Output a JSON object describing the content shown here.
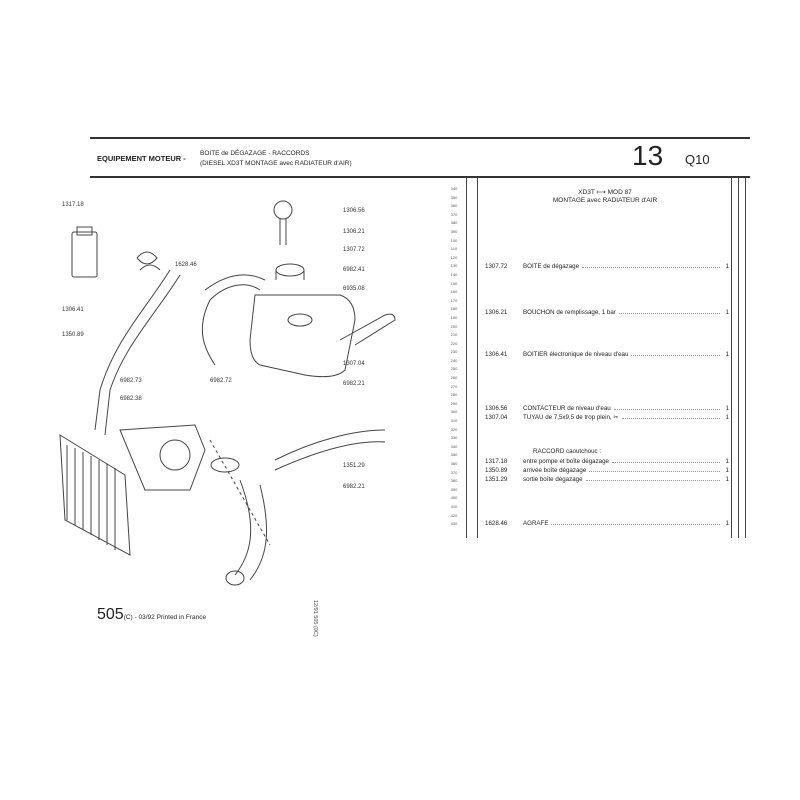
{
  "header": {
    "section": "EQUIPEMENT MOTEUR -",
    "subtitle_line1": "BOITE de DÉGAZAGE - RACCORDS",
    "subtitle_line2": "(DIESEL XD3T MONTAGE avec RADIATEUR d'AIR)",
    "page_number": "13",
    "page_code": "Q10"
  },
  "scale_ticks": [
    "340",
    "350",
    "360",
    "370",
    "380",
    "390",
    "100",
    "110",
    "120",
    "130",
    "140",
    "150",
    "160",
    "170",
    "180",
    "190",
    "200",
    "210",
    "220",
    "230",
    "240",
    "250",
    "260",
    "270",
    "280",
    "290",
    "300",
    "310",
    "320",
    "330",
    "340",
    "350",
    "360",
    "370",
    "380",
    "390",
    "400",
    "410",
    "420",
    "430"
  ],
  "column_title": {
    "line1": "XD3T ⟼ MOD 87",
    "line2": "MONTAGE avec RADIATEUR d'AIR"
  },
  "parts": [
    {
      "ref": "1307.72",
      "label": "BOITE de dégazage",
      "qty": "1"
    },
    {
      "ref": "1306.21",
      "label": "BOUCHON de remplissage, 1 bar",
      "qty": "1"
    },
    {
      "ref": "1306.41",
      "label": "BOITIER électronique de niveau d'eau",
      "qty": "1"
    },
    {
      "ref": "1306.56",
      "label": "CONTACTEUR de niveau d'eau",
      "qty": "1"
    },
    {
      "ref": "1307.04",
      "label": "TUYAU de 7,5x9,5 de trop plein, ✂",
      "qty": "1"
    },
    {
      "ref": "",
      "label": "RACCORD caoutchouc :",
      "qty": ""
    },
    {
      "ref": "1317.18",
      "label": "entre pompe et boîte dégazage",
      "qty": "1"
    },
    {
      "ref": "1350.89",
      "label": "arrivée boîte dégazage",
      "qty": "1"
    },
    {
      "ref": "1351.29",
      "label": "sortie boîte dégazage",
      "qty": "1"
    },
    {
      "ref": "1628.46",
      "label": "AGRAFE",
      "qty": "1"
    }
  ],
  "callouts": [
    "1317.18",
    "1628.46",
    "1306.41",
    "1350.89",
    "6982.73",
    "6982.38",
    "1306.56",
    "1306.21",
    "1307.72",
    "6982.41",
    "6935.08",
    "6982.72",
    "1307.04",
    "6982.21",
    "1351.29",
    "6982.21"
  ],
  "footer": {
    "code": "505",
    "suffix": "(C) - 03/92 Printed in France",
    "vertical_ref": "12/91 505 (0C)"
  }
}
